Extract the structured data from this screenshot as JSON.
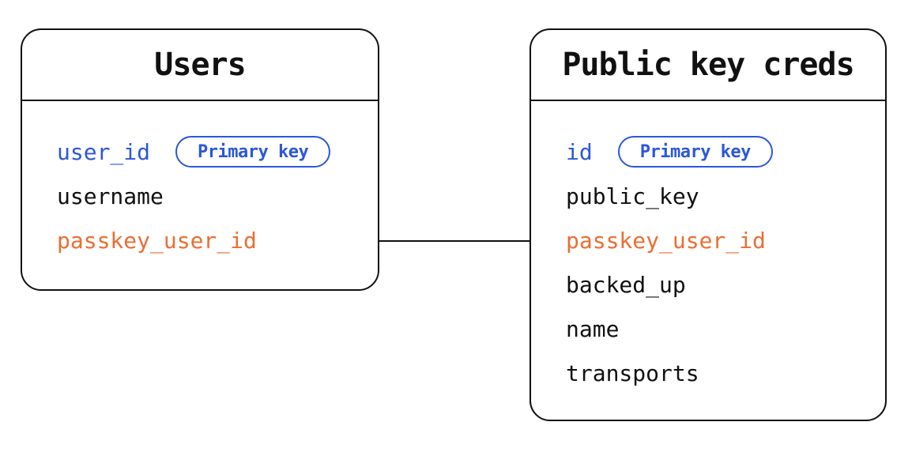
{
  "colors": {
    "blue": "#2b57d8",
    "orange": "#ea6e32",
    "line": "#111111",
    "background": "#ffffff"
  },
  "tables": [
    {
      "title": "Users",
      "fields": [
        {
          "name": "user_id",
          "role": "primary",
          "badge": "Primary key"
        },
        {
          "name": "username",
          "role": "plain"
        },
        {
          "name": "passkey_user_id",
          "role": "foreign"
        }
      ]
    },
    {
      "title": "Public key creds",
      "fields": [
        {
          "name": "id",
          "role": "primary",
          "badge": "Primary key"
        },
        {
          "name": "public_key",
          "role": "plain"
        },
        {
          "name": "passkey_user_id",
          "role": "foreign"
        },
        {
          "name": "backed_up",
          "role": "plain"
        },
        {
          "name": "name",
          "role": "plain"
        },
        {
          "name": "transports",
          "role": "plain"
        }
      ]
    }
  ],
  "relationship": {
    "between": [
      "Users.passkey_user_id",
      "Public key creds.passkey_user_id"
    ]
  }
}
